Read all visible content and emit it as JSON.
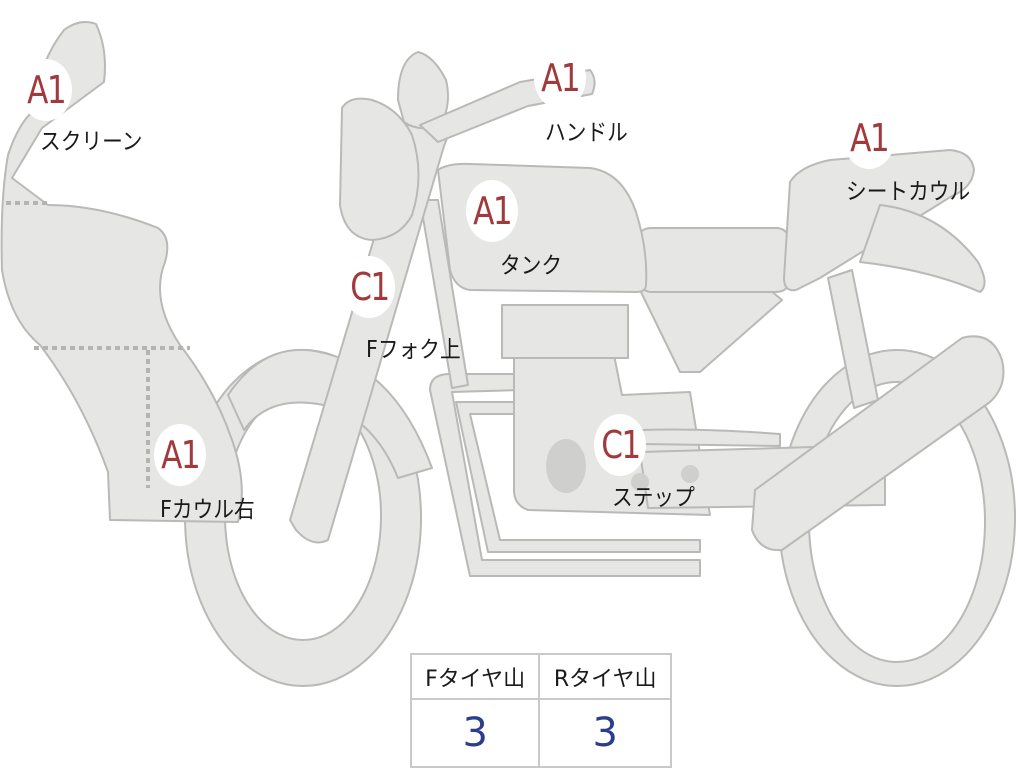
{
  "colors": {
    "body_fill": "#e6e6e4",
    "body_stroke": "#b9b9b7",
    "grade_text": "#a03a3c",
    "tread_value_text": "#2a3e8c"
  },
  "parts": [
    {
      "id": "screen",
      "grade": "A1",
      "label": "スクリーン"
    },
    {
      "id": "handle",
      "grade": "A1",
      "label": "ハンドル"
    },
    {
      "id": "seat-cowl",
      "grade": "A1",
      "label": "シートカウル"
    },
    {
      "id": "tank",
      "grade": "A1",
      "label": "タンク"
    },
    {
      "id": "front-fork-upper",
      "grade": "C1",
      "label": "Fフォク上"
    },
    {
      "id": "front-cowl-right",
      "grade": "A1",
      "label": "Fカウル右"
    },
    {
      "id": "step",
      "grade": "C1",
      "label": "ステップ"
    }
  ],
  "tire_table": {
    "headers": [
      "Fタイヤ山",
      "Rタイヤ山"
    ],
    "values": [
      "3",
      "3"
    ]
  }
}
